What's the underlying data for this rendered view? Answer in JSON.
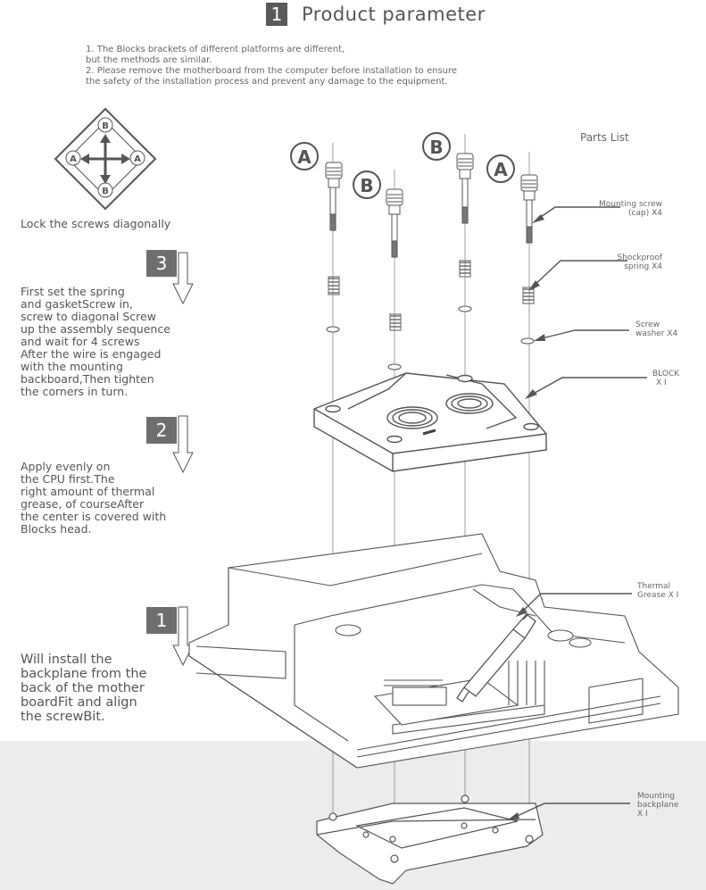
{
  "header": {
    "step_number": "1",
    "title": "Product parameter"
  },
  "notes": [
    "1. The Blocks  brackets of different platforms are different,",
    "but the methods are similar.",
    "2. Please remove the motherboard from the computer before installation to ensure",
    "the safety of the installation process and prevent any damage to the equipment."
  ],
  "lock_diagram": {
    "label": "Lock the screws diagonally",
    "top": "B",
    "bottom": "B",
    "left": "A",
    "right": "A"
  },
  "steps": [
    {
      "number": "3",
      "lines": [
        "First set the spring",
        "and gasketScrew in,",
        "screw to diagonal Screw",
        "up the assembly sequence",
        "and wait for 4 screws",
        "After the wire is engaged",
        "with the mounting",
        "backboard,Then tighten",
        "the corners in turn."
      ]
    },
    {
      "number": "2",
      "lines": [
        "Apply evenly on",
        "the CPU first.The",
        "right amount of thermal",
        "grease, of courseAfter",
        "the center is covered with",
        "Blocks  head."
      ]
    },
    {
      "number": "1",
      "lines": [
        "Will install the",
        "backplane from the",
        "back of the mother",
        "boardFit and align",
        "the screwBit."
      ]
    }
  ],
  "parts_list": {
    "title": "Parts List",
    "items": [
      {
        "name": "Mounting screw",
        "detail": "(cap) X4"
      },
      {
        "name": "Shockproof",
        "detail": "spring X4"
      },
      {
        "name": "Screw",
        "detail": "washer X4"
      },
      {
        "name": "BLOCK",
        "detail": "X I"
      },
      {
        "name": "Thermal",
        "detail": "Grease X I"
      },
      {
        "name": "Mounting",
        "detail": "backplane",
        "extra": "X I"
      }
    ]
  },
  "screw_labels": [
    "A",
    "B",
    "B",
    "A"
  ],
  "colors": {
    "step_box": "#6e6e6e",
    "title_box": "#5a5a5a",
    "line": "#555555",
    "band": "#ececec"
  }
}
